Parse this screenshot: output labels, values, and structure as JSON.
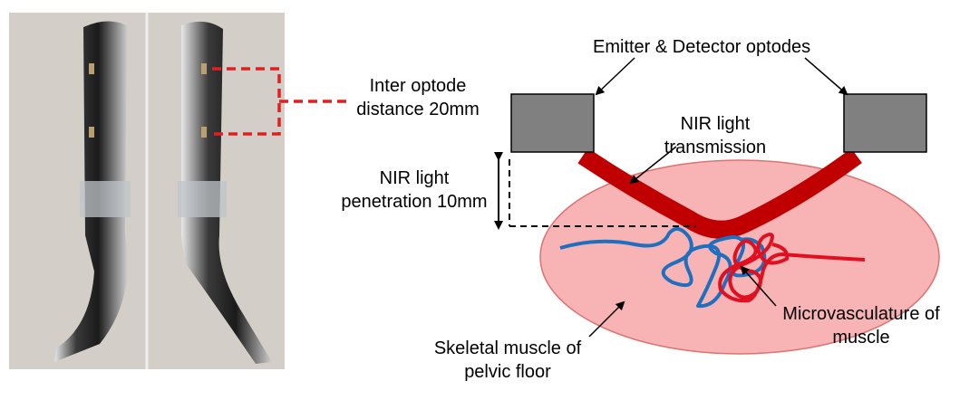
{
  "labels": {
    "optodes": "Emitter & Detector optodes",
    "inter_line1": "Inter optode",
    "inter_line2": "distance 20mm",
    "nir_trans_line1": "NIR light",
    "nir_trans_line2": "transmission",
    "nir_pen_line1": "NIR light",
    "nir_pen_line2": "penetration 10mm",
    "skeletal_line1": "Skeletal muscle of",
    "skeletal_line2": "pelvic floor",
    "micro_line1": "Microvasculature of",
    "micro_line2": "muscle"
  },
  "colors": {
    "background": "#ffffff",
    "optode_box": "#808080",
    "transmission_band": "#c00000",
    "muscle_fill": "#f8b4b4",
    "muscle_stroke": "#e07070",
    "vessel_blue": "#1f6fc0",
    "vessel_red": "#e01020",
    "dashed_red": "#e02020",
    "photo_bg": "#d9d6cf"
  }
}
